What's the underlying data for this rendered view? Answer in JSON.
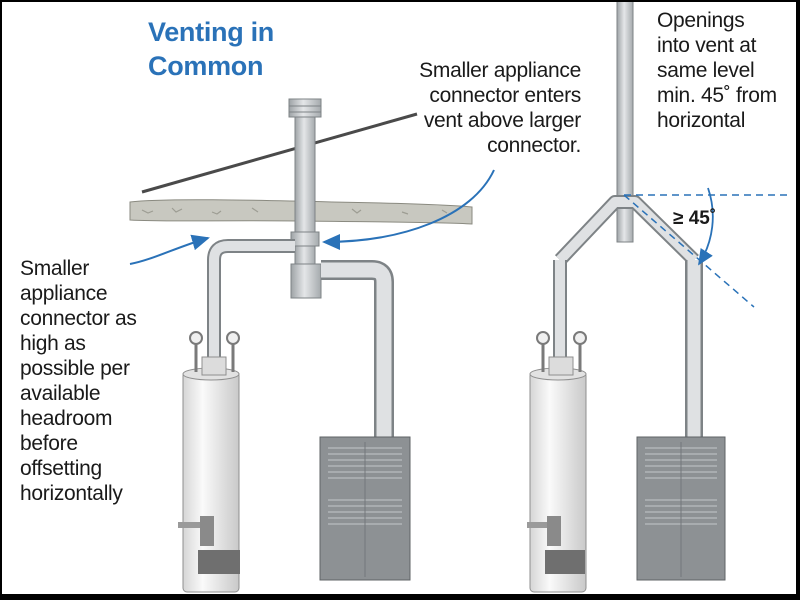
{
  "title_lines": [
    "Venting in",
    "Common"
  ],
  "callout_top_lines": [
    "Smaller appliance",
    "connector enters",
    "vent above larger",
    "connector."
  ],
  "callout_right_lines": [
    "Openings",
    "into vent at",
    "same level",
    "min. 45˚ from",
    "horizontal"
  ],
  "callout_left_lines": [
    "Smaller",
    "appliance",
    "connector as",
    "high as",
    "possible per",
    "available",
    "headroom",
    "before",
    "offsetting",
    "horizontally"
  ],
  "angle_label": "≥ 45˚",
  "colors": {
    "title": "#2a72b8",
    "arrow": "#2a72b8",
    "pipe": "#cfd2d4",
    "pipe_edge": "#8e9396",
    "heater": "#eeeeee",
    "furnace": "#8d9194"
  }
}
